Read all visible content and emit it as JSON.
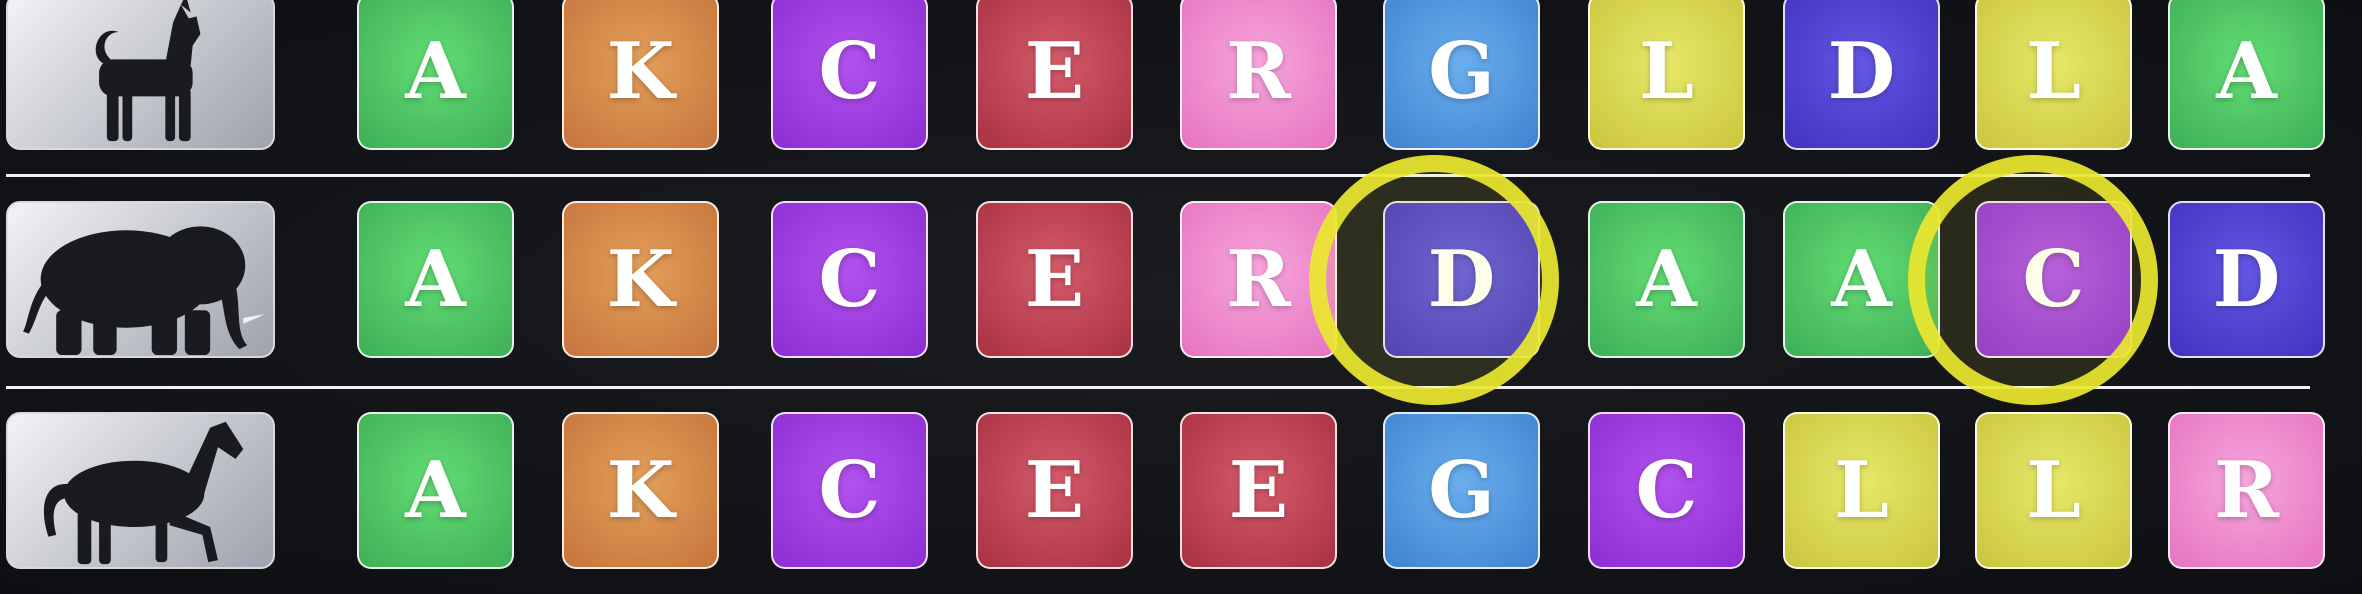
{
  "colors": {
    "A": [
      "#62dd74",
      "#3fae57"
    ],
    "K": [
      "#e3a05a",
      "#c6743c"
    ],
    "C": [
      "#b251ee",
      "#8c2dd3"
    ],
    "E": [
      "#d55b6b",
      "#a83142"
    ],
    "R": [
      "#f7a6dc",
      "#e673bf"
    ],
    "G": [
      "#6aaeee",
      "#3f83d0"
    ],
    "L": [
      "#e7e86a",
      "#c9c63c"
    ],
    "D": [
      "#6257e4",
      "#4232bf"
    ]
  },
  "highlight_color": "#ece830",
  "rows": [
    {
      "animal_icon": "dog-icon",
      "letters": [
        "A",
        "K",
        "C",
        "E",
        "R",
        "G",
        "L",
        "D",
        "L",
        "A"
      ],
      "highlighted": []
    },
    {
      "animal_icon": "elephant-icon",
      "letters": [
        "A",
        "K",
        "C",
        "E",
        "R",
        "D",
        "A",
        "A",
        "C",
        "D"
      ],
      "highlighted": [
        5,
        8
      ]
    },
    {
      "animal_icon": "horse-icon",
      "letters": [
        "A",
        "K",
        "C",
        "E",
        "E",
        "G",
        "C",
        "L",
        "L",
        "R"
      ],
      "highlighted": []
    }
  ]
}
